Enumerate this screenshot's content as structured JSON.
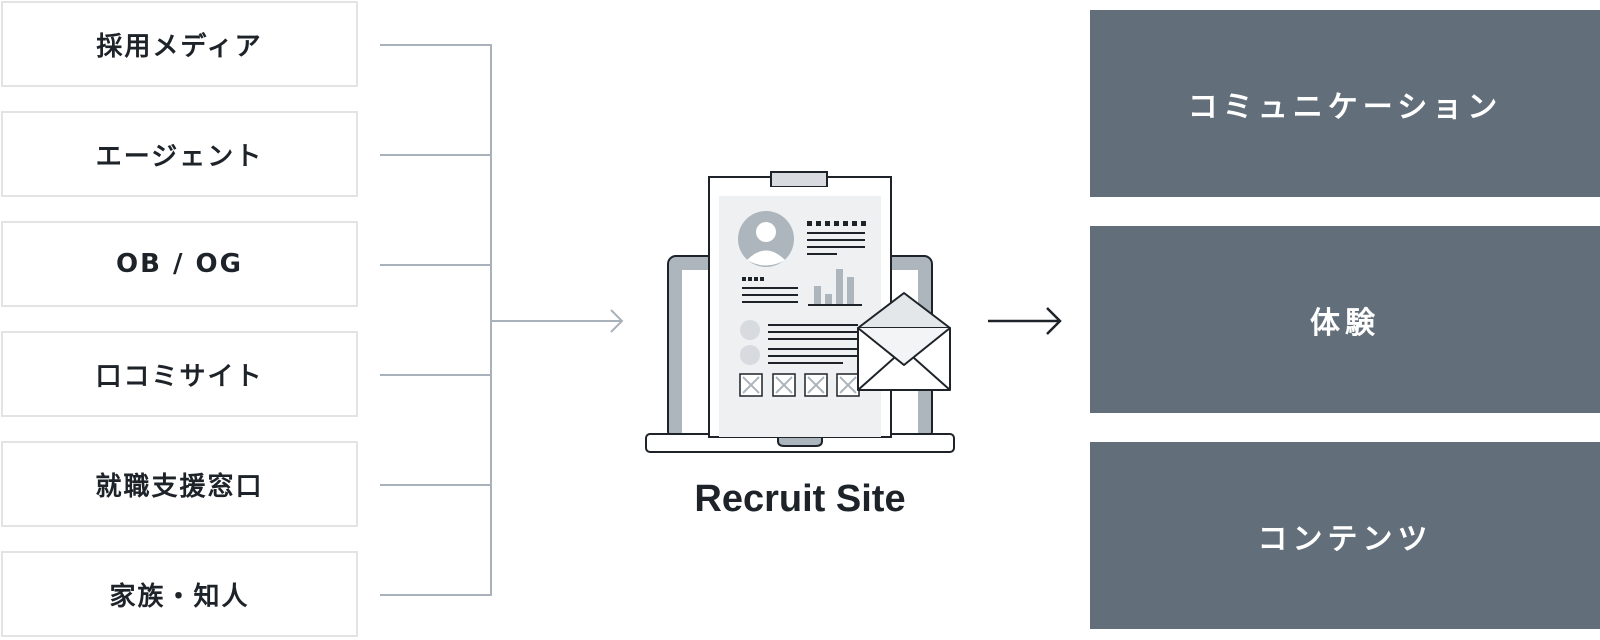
{
  "sources": [
    {
      "label": "採用メディア"
    },
    {
      "label": "エージェント"
    },
    {
      "label": "OB / OG"
    },
    {
      "label": "口コミサイト"
    },
    {
      "label": "就職支援窓口"
    },
    {
      "label": "家族・知人"
    }
  ],
  "center": {
    "title": "Recruit Site",
    "icons": [
      "laptop-icon",
      "resume-clipboard-icon",
      "avatar-icon",
      "bar-chart-icon",
      "envelope-icon"
    ]
  },
  "targets": [
    {
      "label": "コミュニケーション"
    },
    {
      "label": "体験"
    },
    {
      "label": "コンテンツ"
    }
  ],
  "colors": {
    "box_border": "#e3e3e3",
    "connector": "#a9b2ba",
    "target_fill": "#626e79",
    "ink": "#1d2329"
  }
}
